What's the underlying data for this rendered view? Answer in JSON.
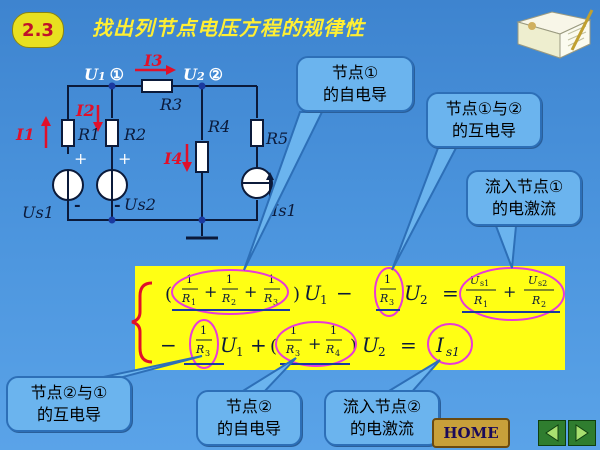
{
  "section": {
    "number": "2.3",
    "title": "找出列节点电压方程的规律性"
  },
  "circuit": {
    "node1_label": "U",
    "node1_sub": "1",
    "node1_circ": "①",
    "node2_label": "U",
    "node2_sub": "2",
    "node2_circ": "②",
    "I3": "I3",
    "R3": "R3",
    "I1": "I1",
    "R1": "R1",
    "I2": "I2",
    "R2": "R2",
    "R4": "R4",
    "I4": "I4",
    "R5": "R5",
    "Us1": "Us1",
    "Us2": "Us2",
    "Is1": "Is1",
    "plus": "+",
    "minus": "-"
  },
  "callouts": {
    "self_cond_1": [
      "节点①",
      "的自电导"
    ],
    "mutual_12": [
      "节点①与②",
      "的互电导"
    ],
    "inflow_1": [
      "流入节点①",
      "的电激流"
    ],
    "mutual_21": [
      "节点②与①",
      "的互电导"
    ],
    "self_cond_2": [
      "节点②",
      "的自电导"
    ],
    "inflow_2": [
      "流入节点②",
      "的电激流"
    ]
  },
  "nav": {
    "home": "HOME"
  },
  "colors": {
    "wire": "#0b1a3a",
    "arrow": "#e0102a",
    "highlight": "#e83ad8",
    "formula_bg": "#ffff14",
    "label": "#ffffff"
  }
}
